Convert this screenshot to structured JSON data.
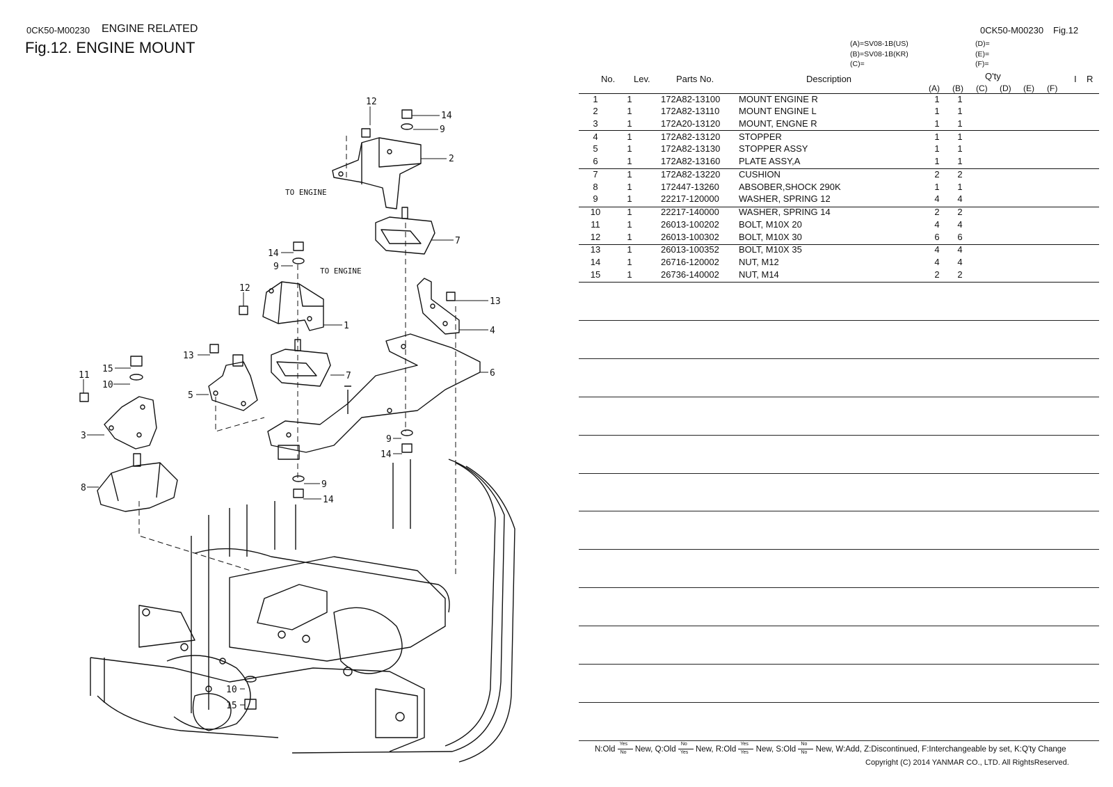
{
  "header": {
    "doc_code_left": "0CK50-M00230",
    "section": "ENGINE RELATED",
    "title": "Fig.12.  ENGINE MOUNT",
    "doc_code_right": "0CK50-M00230",
    "fig_ref": "Fig.12"
  },
  "models": {
    "a": "(A)=SV08-1B(US)",
    "b": "(B)=SV08-1B(KR)",
    "c": "(C)=",
    "d": "(D)=",
    "e": "(E)=",
    "f": "(F)="
  },
  "table_headers": {
    "no": "No.",
    "lev": "Lev.",
    "parts_no": "Parts No.",
    "description": "Description",
    "qty": "Q'ty",
    "a": "(A)",
    "b": "(B)",
    "c": "(C)",
    "d": "(D)",
    "e": "(E)",
    "f": "(F)",
    "i": "I",
    "r": "R"
  },
  "parts": [
    {
      "no": "1",
      "lev": "1",
      "pno": "172A82-13100",
      "desc": "MOUNT ENGINE R",
      "a": "1",
      "b": "1"
    },
    {
      "no": "2",
      "lev": "1",
      "pno": "172A82-13110",
      "desc": "MOUNT ENGINE L",
      "a": "1",
      "b": "1"
    },
    {
      "no": "3",
      "lev": "1",
      "pno": "172A20-13120",
      "desc": "MOUNT, ENGNE R",
      "a": "1",
      "b": "1"
    },
    {
      "no": "4",
      "lev": "1",
      "pno": "172A82-13120",
      "desc": "STOPPER",
      "a": "1",
      "b": "1"
    },
    {
      "no": "5",
      "lev": "1",
      "pno": "172A82-13130",
      "desc": "STOPPER ASSY",
      "a": "1",
      "b": "1"
    },
    {
      "no": "6",
      "lev": "1",
      "pno": "172A82-13160",
      "desc": "PLATE ASSY,A",
      "a": "1",
      "b": "1"
    },
    {
      "no": "7",
      "lev": "1",
      "pno": "172A82-13220",
      "desc": "CUSHION",
      "a": "2",
      "b": "2"
    },
    {
      "no": "8",
      "lev": "1",
      "pno": "172447-13260",
      "desc": "ABSOBER,SHOCK 290K",
      "a": "1",
      "b": "1"
    },
    {
      "no": "9",
      "lev": "1",
      "pno": "22217-120000",
      "desc": "WASHER, SPRING 12",
      "a": "4",
      "b": "4"
    },
    {
      "no": "10",
      "lev": "1",
      "pno": "22217-140000",
      "desc": "WASHER, SPRING 14",
      "a": "2",
      "b": "2"
    },
    {
      "no": "11",
      "lev": "1",
      "pno": "26013-100202",
      "desc": "BOLT, M10X 20",
      "a": "4",
      "b": "4"
    },
    {
      "no": "12",
      "lev": "1",
      "pno": "26013-100302",
      "desc": "BOLT, M10X 30",
      "a": "6",
      "b": "6"
    },
    {
      "no": "13",
      "lev": "1",
      "pno": "26013-100352",
      "desc": "BOLT, M10X 35",
      "a": "4",
      "b": "4"
    },
    {
      "no": "14",
      "lev": "1",
      "pno": "26716-120002",
      "desc": "NUT, M12",
      "a": "4",
      "b": "4"
    },
    {
      "no": "15",
      "lev": "1",
      "pno": "26736-140002",
      "desc": "NUT, M14",
      "a": "2",
      "b": "2"
    }
  ],
  "diagram": {
    "to_engine_1": "TO ENGINE",
    "to_engine_2": "TO ENGINE",
    "callouts": [
      "1",
      "2",
      "3",
      "4",
      "5",
      "6",
      "7",
      "7",
      "8",
      "9",
      "9",
      "9",
      "9",
      "10",
      "10",
      "11",
      "12",
      "12",
      "13",
      "13",
      "14",
      "14",
      "14",
      "14",
      "15",
      "15"
    ]
  },
  "legend": {
    "n": "N:Old",
    "n_top": "Yes",
    "n_bot": "No",
    "n_new": "New,",
    "q": "Q:Old",
    "q_top": "No",
    "q_bot": "Yes",
    "q_new": "New,",
    "r": "R:Old",
    "r_top": "Yes",
    "r_bot": "Yes",
    "r_new": "New,",
    "s": "S:Old",
    "s_top": "No",
    "s_bot": "No",
    "s_new": "New,",
    "rest": "W:Add, Z:Discontinued, F:Interchangeable by set, K:Q'ty Change"
  },
  "copyright": "Copyright (C) 2014 YANMAR CO., LTD. All RightsReserved."
}
